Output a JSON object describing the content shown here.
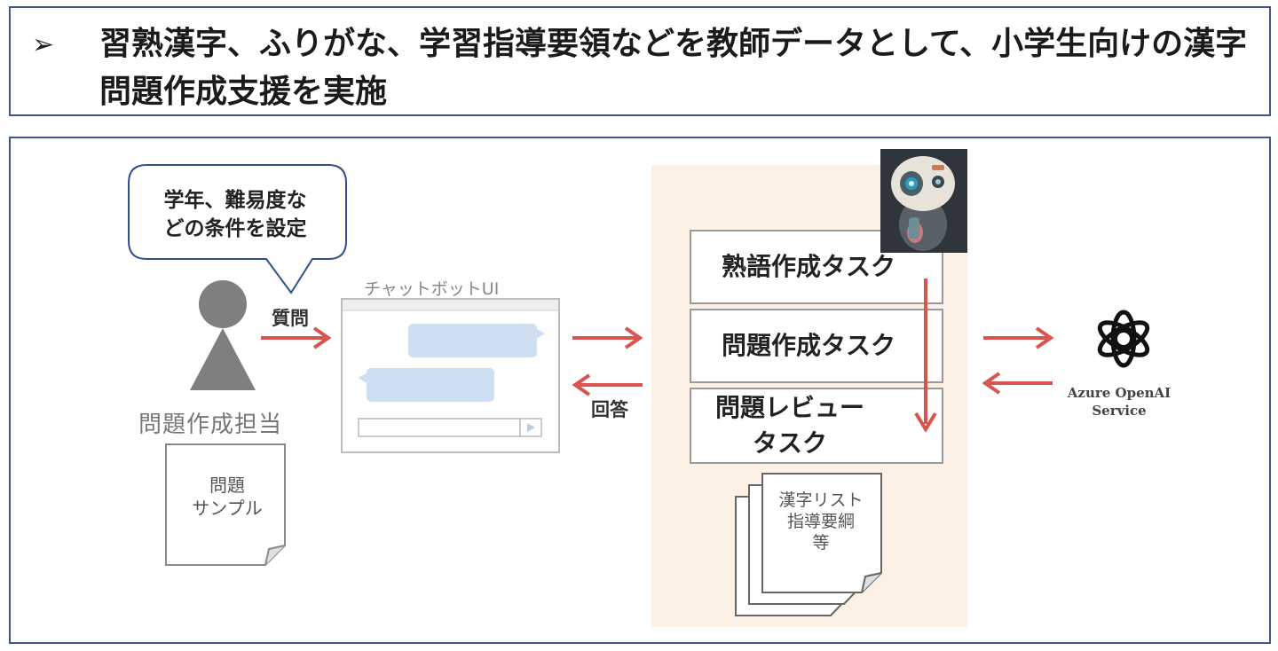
{
  "headline": {
    "bullet": "➢",
    "text": "習熟漢字、ふりがな、学習指導要領などを教師データとして、小学生向けの漢字問題作成支援を実施"
  },
  "diagram": {
    "speech_bubble": [
      "学年、難易度な",
      "どの条件を設定"
    ],
    "person_label": "問題作成担当",
    "sample_doc": [
      "問題",
      "サンプル"
    ],
    "question_label": "質問",
    "answer_label": "回答",
    "chatbot_title": "チャットボットUI",
    "tasks": [
      "熟語作成タスク",
      "問題作成タスク",
      "問題レビュー\nタスク"
    ],
    "reference_docs": [
      "漢字リスト",
      "指導要綱",
      "等"
    ],
    "azure_label": [
      "Azure OpenAI",
      "Service"
    ],
    "colors": {
      "frame": "#3e5591",
      "arrow": "#d9534f",
      "panel": "#fdf1e6",
      "chat_bubble": "#cfdff2",
      "person": "#7f7f7f"
    }
  }
}
